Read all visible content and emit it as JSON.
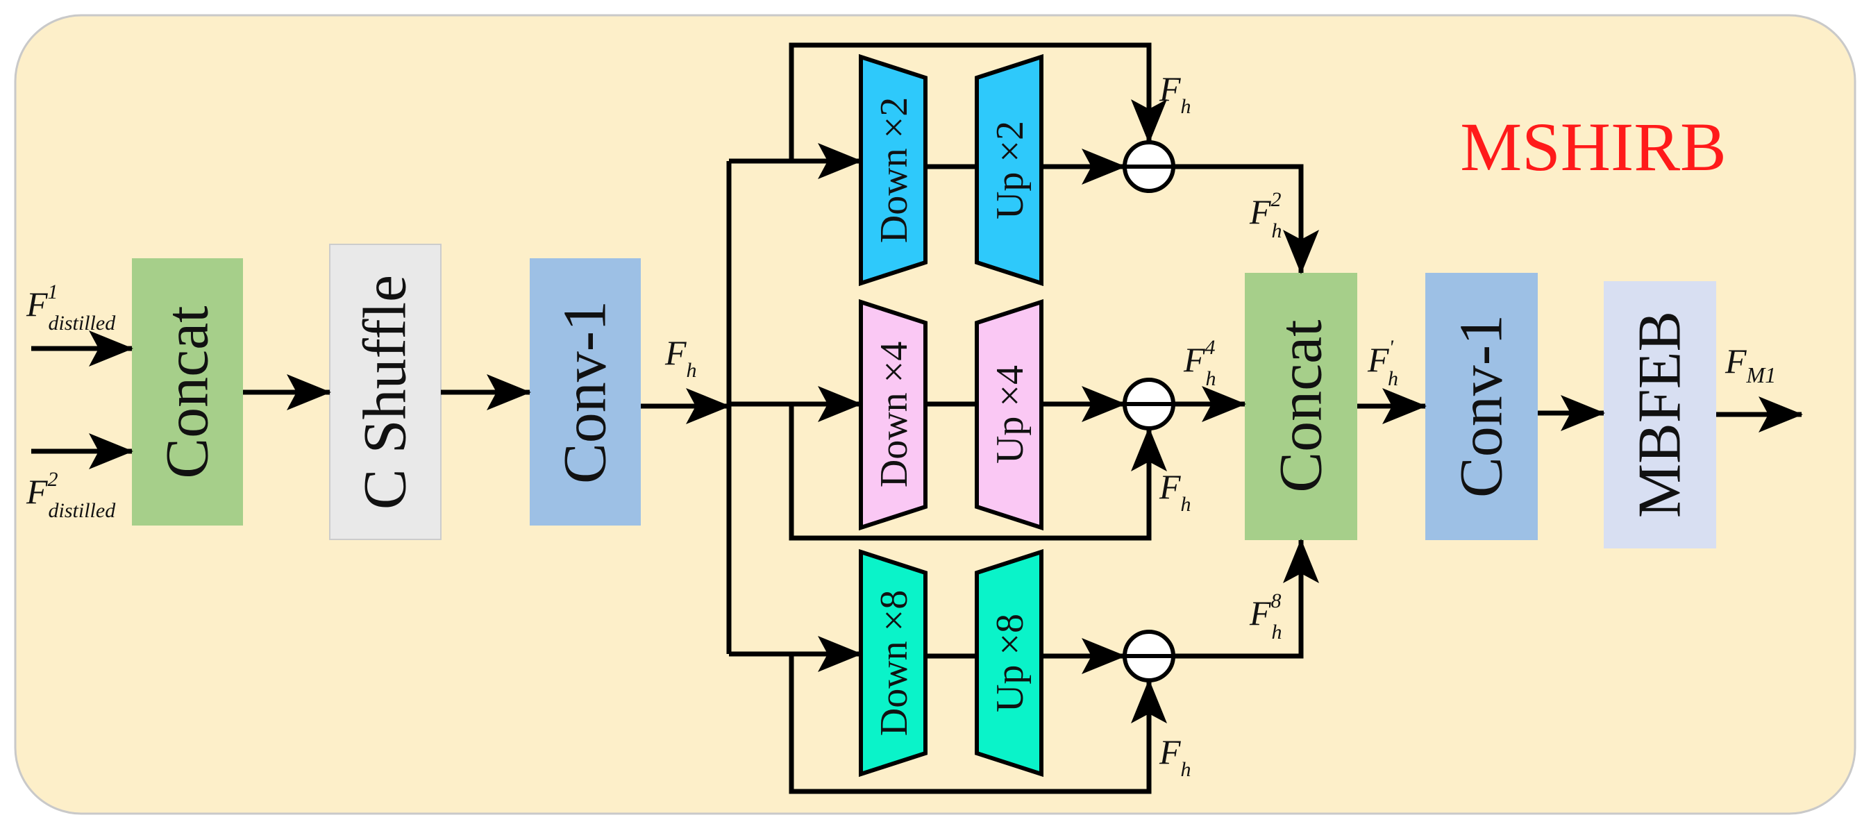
{
  "title": "MSHIRB",
  "blocks": {
    "concat1": "Concat",
    "cshuffle": "C Shuffle",
    "conv1a": "Conv-1",
    "concat2": "Concat",
    "conv1b": "Conv-1",
    "mbfeb": "MBFEB"
  },
  "scale_branches": [
    {
      "down": "Down ×2",
      "up": "Up ×2",
      "color": "#2ec9fb"
    },
    {
      "down": "Down ×4",
      "up": "Up ×4",
      "color": "#fac8f4"
    },
    {
      "down": "Down ×8",
      "up": "Up ×8",
      "color": "#0af3c9"
    }
  ],
  "block_colors": {
    "background": "#fdefc9",
    "concat": "#a6cf8a",
    "cshuffle": "#e9e9e9",
    "conv": "#9dc0e5",
    "mbfeb": "#d8dff2"
  },
  "symbols": {
    "F": "F",
    "sub_distilled": "distilled",
    "sub_h": "h",
    "sub_M1": "M1",
    "sup_1": "1",
    "sup_2": "2",
    "sup_4": "4",
    "sup_8": "8",
    "prime": "'"
  }
}
